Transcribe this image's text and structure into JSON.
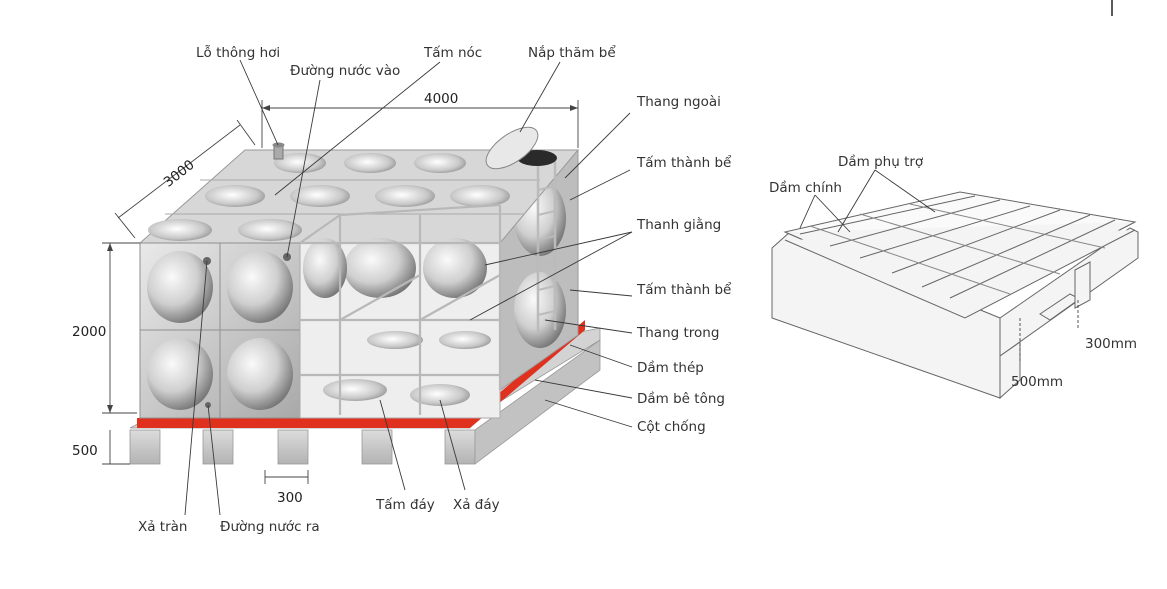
{
  "tank_labels": {
    "vent": "Lỗ thông hơi",
    "inlet": "Đường nước vào",
    "roof_panel": "Tấm nóc",
    "manhole": "Nắp thăm bể",
    "outer_ladder": "Thang ngoài",
    "wall_panel_top": "Tấm thành bể",
    "tie_rod": "Thanh giằng",
    "wall_panel_bottom": "Tấm thành bể",
    "inner_ladder": "Thang trong",
    "steel_beam": "Dầm thép",
    "concrete_beam": "Dầm bê tông",
    "support_post": "Cột chống",
    "overflow": "Xả tràn",
    "outlet": "Đường nước ra",
    "bottom_panel": "Tấm đáy",
    "drain": "Xả đáy"
  },
  "tank_dimensions": {
    "length": "4000",
    "width": "3000",
    "height": "2000",
    "plinth_height": "500",
    "plinth_spacing": "300"
  },
  "frame_labels": {
    "secondary_beam": "Dầm phụ trợ",
    "main_beam": "Dầm chính",
    "beam_height": "300mm",
    "plinth_height": "500mm"
  },
  "colors": {
    "steel_beam": "#e0301e",
    "panel_light": "#f2f2f2",
    "panel_dark": "#7c7c7c",
    "concrete": "#cfcfcf",
    "line": "#333333"
  }
}
